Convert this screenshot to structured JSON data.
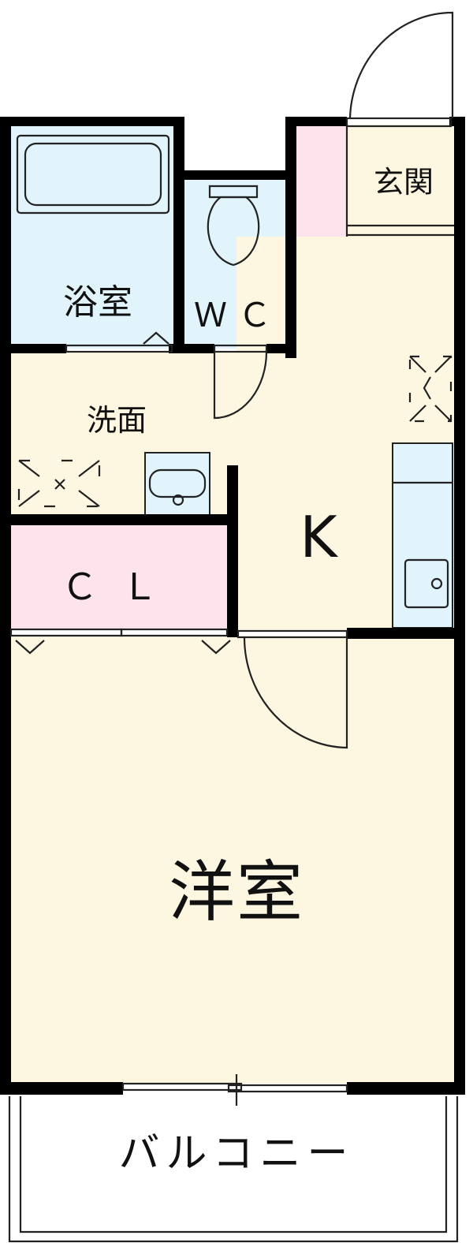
{
  "colors": {
    "wet_area": "#e1f3fb",
    "living_area": "#fdf6e1",
    "closet_area": "#fde4ec",
    "wall": "#000000",
    "balcony": "#ffffff"
  },
  "rooms": {
    "bath": "浴室",
    "wc": "ＷＣ",
    "entrance": "玄関",
    "washroom": "洗面",
    "kitchen": "K",
    "closet": "ＣＬ",
    "western_room": "洋室",
    "balcony": "バルコニー"
  }
}
